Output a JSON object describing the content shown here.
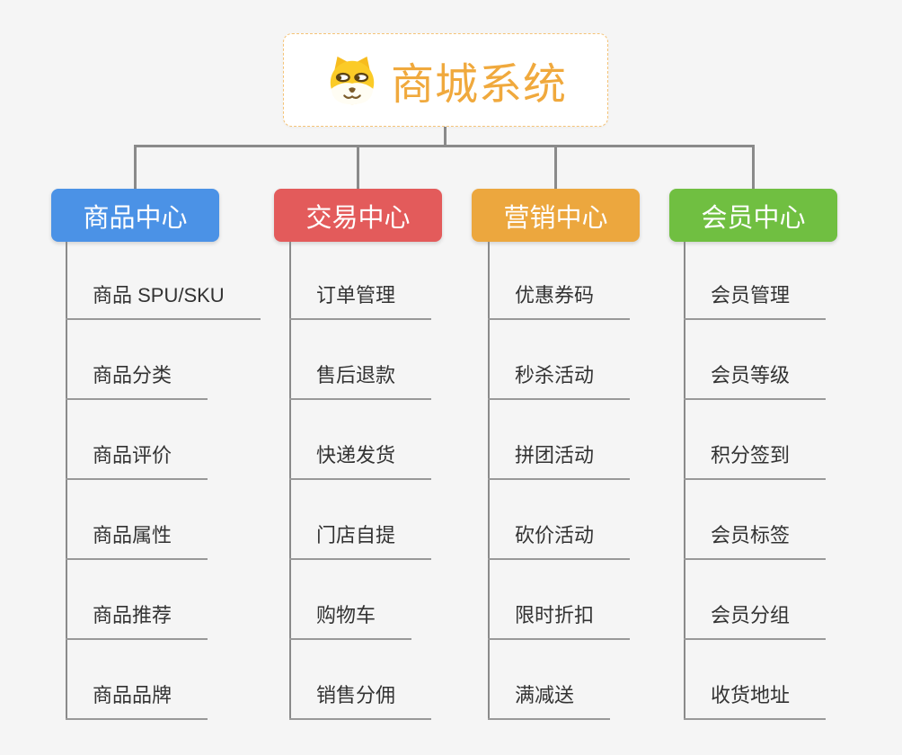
{
  "root": {
    "title": "商城系统",
    "icon": "shiba-dog-icon"
  },
  "branches": [
    {
      "name": "product-center",
      "label": "商品中心",
      "color": "#4B92E6",
      "children": [
        "商品 SPU/SKU",
        "商品分类",
        "商品评价",
        "商品属性",
        "商品推荐",
        "商品品牌"
      ]
    },
    {
      "name": "trade-center",
      "label": "交易中心",
      "color": "#E35B5B",
      "children": [
        "订单管理",
        "售后退款",
        "快递发货",
        "门店自提",
        "购物车",
        "销售分佣"
      ]
    },
    {
      "name": "marketing-center",
      "label": "营销中心",
      "color": "#ECA73E",
      "children": [
        "优惠券码",
        "秒杀活动",
        "拼团活动",
        "砍价活动",
        "限时折扣",
        "满减送"
      ]
    },
    {
      "name": "member-center",
      "label": "会员中心",
      "color": "#70BF41",
      "children": [
        "会员管理",
        "会员等级",
        "积分签到",
        "会员标签",
        "会员分组",
        "收货地址"
      ]
    }
  ],
  "colors": {
    "background": "#F5F5F5",
    "connector": "#8A8A8A",
    "underline": "#999999",
    "leaf_text": "#333333",
    "root_text": "#F0A93D",
    "root_border": "#F5C377",
    "branch_text": "#FFFFFF"
  }
}
